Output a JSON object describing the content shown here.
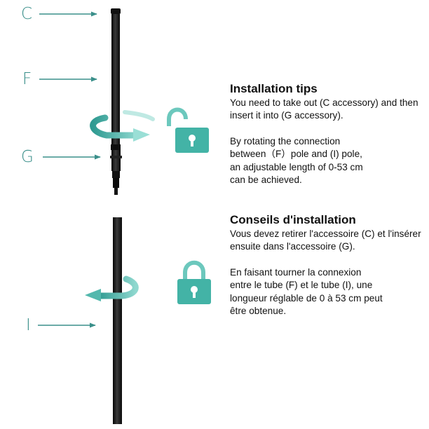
{
  "labels": {
    "c": "C",
    "f": "F",
    "g": "G",
    "i": "I"
  },
  "english": {
    "title": "Installation tips",
    "para1": "You need to take out (C accessory) and then insert it into (G accessory).",
    "para2": "By rotating the connection between（F）pole and (I) pole, an adjustable length of 0-53 cm can be achieved."
  },
  "french": {
    "title": "Conseils d'installation",
    "para1": "Vous devez retirer l'accessoire (C) et l'insérer ensuite dans l'accessoire (G).",
    "para2": "En faisant tourner la connexion entre le tube (F) et le tube (I), une longueur réglable de 0 à 53 cm peut être obtenue."
  },
  "colors": {
    "accent": "#3a8f8a",
    "arrow": "#4fb7ad",
    "lock": "#43b3a6",
    "pole": "#1a1a1a"
  }
}
